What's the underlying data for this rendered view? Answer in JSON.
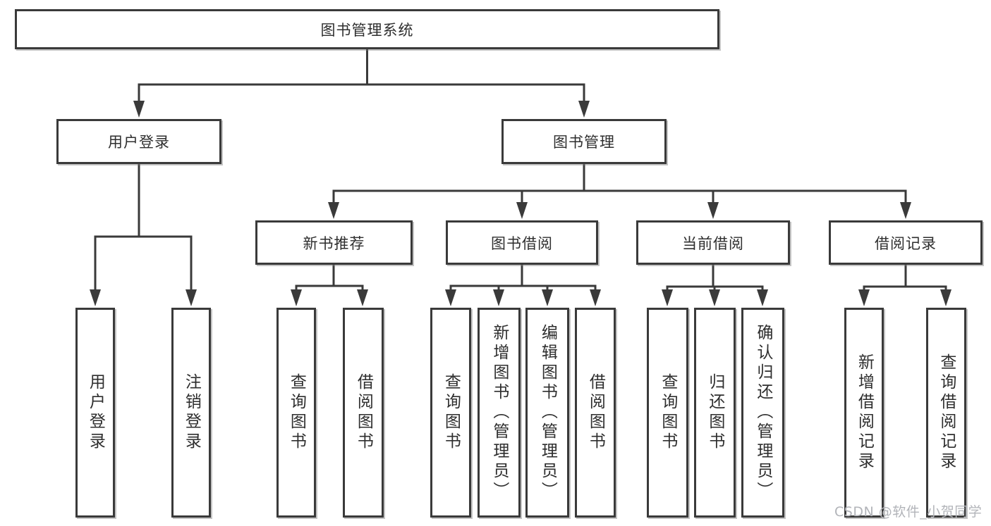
{
  "title": "图书管理系统",
  "labels": {
    "root": "图书管理系统",
    "user_login": "用户登录",
    "book_management": "图书管理",
    "new_book_recommend": "新书推荐",
    "book_borrowing": "图书借阅",
    "current_borrowing": "当前借阅",
    "borrowing_records": "借阅记录",
    "leaf_user_login": "用户登录",
    "leaf_logout": "注销登录",
    "leaf_recommend_query_books": "查询图书",
    "leaf_recommend_borrow_books": "借阅图书",
    "leaf_borrow_query_books": "查询图书",
    "leaf_borrow_add_books_admin": "新增图书（管理员）",
    "leaf_borrow_edit_books_admin": "编辑图书（管理员）",
    "leaf_borrow_borrow_books": "借阅图书",
    "leaf_current_query_books": "查询图书",
    "leaf_current_return_books": "归还图书",
    "leaf_current_confirm_return_admin": "确认归还（管理员）",
    "leaf_records_add_record": "新增借阅记录",
    "leaf_records_query_record": "查询借阅记录"
  },
  "tree": {
    "图书管理系统": {
      "用户登录": [
        "用户登录",
        "注销登录"
      ],
      "图书管理": {
        "新书推荐": [
          "查询图书",
          "借阅图书"
        ],
        "图书借阅": [
          "查询图书",
          "新增图书（管理员）",
          "编辑图书（管理员）",
          "借阅图书"
        ],
        "当前借阅": [
          "查询图书",
          "归还图书",
          "确认归还（管理员）"
        ],
        "借阅记录": [
          "新增借阅记录",
          "查询借阅记录"
        ]
      }
    }
  },
  "watermark": "CSDN @软件_小贺同学",
  "colors": {
    "line": "#3a3a3a",
    "text": "#2e2e2e",
    "background": "#ffffff",
    "watermark": "#b2b4b9"
  }
}
